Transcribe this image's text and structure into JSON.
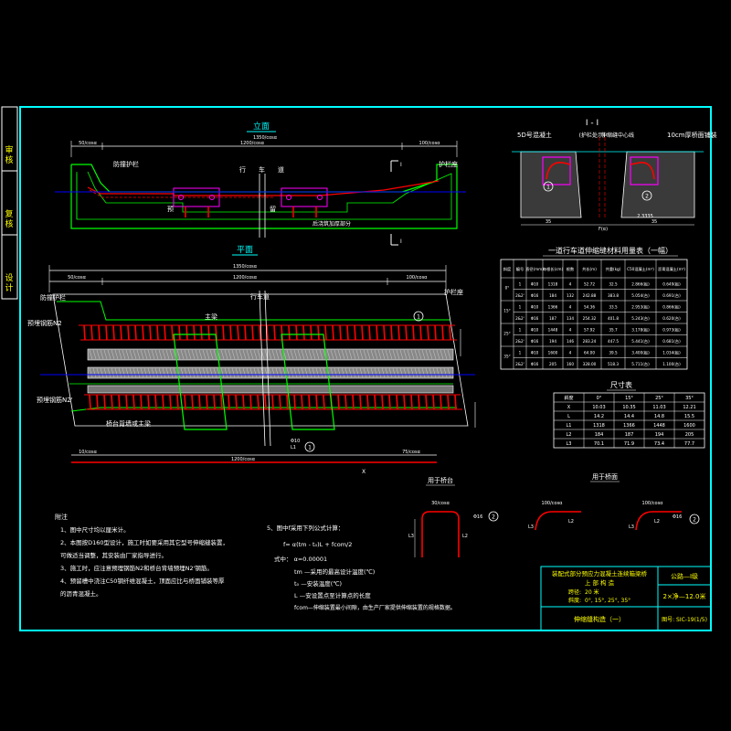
{
  "side_labels": [
    "审核",
    "复核",
    "设计"
  ],
  "elevation": {
    "title": "立面",
    "dims_top": [
      "50/cosα",
      "1200/cosα",
      "100/cosα"
    ],
    "dim_total": "1350/cosα",
    "labels": {
      "left_curb": "防撞护栏",
      "carriageway": "行车道",
      "right_curb": "护栏座",
      "left_word": "预",
      "right_word": "留",
      "pocket": "后浇筑加厚部分"
    },
    "section_mark": "I",
    "plan_label": "平面"
  },
  "plan": {
    "dims_top": [
      "50/cosα",
      "1200/cosα",
      "100/cosα"
    ],
    "dim_total": "1350/cosα",
    "labels": {
      "left_curb": "防撞护栏",
      "carriageway": "行车道",
      "right_curb": "护栏座",
      "main_beam": "主梁",
      "rebar_n2": "预埋钢筋N2",
      "rebar_n2p": "预埋钢筋N2'",
      "bridge_beam": "桥台背墙或主梁"
    },
    "callout": "1",
    "dims_bottom": [
      "10/cosα",
      "1200/cosα",
      "75/cosα"
    ],
    "bottom_mark": "X"
  },
  "section": {
    "title": "I - I",
    "subtitle": "(护栏处示)",
    "labels": {
      "left": "5D号混凝土",
      "center": "伸缩缝中心线",
      "right": "10cm厚桥面铺装"
    },
    "dims": [
      "35",
      "F(α)",
      "35",
      "2.3335"
    ],
    "callouts": [
      "1",
      "2"
    ]
  },
  "material_table": {
    "title": "一道行车道伸缩缝材料用量表（一幅）",
    "headers": [
      "斜度",
      "编号",
      "直径(mm)",
      "每根长(cm)",
      "根数",
      "共长(m)",
      "共重(kg)",
      "C50混凝土(m³)",
      "沥青混凝土(m³)"
    ],
    "rows": [
      [
        "0°",
        "1",
        "Φ10",
        "1318",
        "4",
        "52.72",
        "32.5",
        "2.866(板)",
        "0.649(板)"
      ],
      [
        "",
        "2&2'",
        "Φ16",
        "184",
        "132",
        "242.88",
        "383.8",
        "5.054(台)",
        "0.691(台)"
      ],
      [
        "15°",
        "1",
        "Φ10",
        "1366",
        "4",
        "54.36",
        "33.5",
        "2.953(板)",
        "0.866(板)"
      ],
      [
        "",
        "2&2'",
        "Φ16",
        "187",
        "134",
        "254.32",
        "401.8",
        "5.243(台)",
        "0.620(台)"
      ],
      [
        "25°",
        "1",
        "Φ10",
        "1448",
        "4",
        "57.92",
        "35.7",
        "3.178(板)",
        "0.973(板)"
      ],
      [
        "",
        "2&2'",
        "Φ16",
        "194",
        "146",
        "283.24",
        "447.5",
        "5.441(台)",
        "0.681(台)"
      ],
      [
        "35°",
        "1",
        "Φ10",
        "1600",
        "4",
        "64.00",
        "39.5",
        "3.400(板)",
        "1.034(板)"
      ],
      [
        "",
        "2&2'",
        "Φ16",
        "205",
        "160",
        "328.00",
        "518.3",
        "5.711(台)",
        "1.100(台)"
      ]
    ]
  },
  "dim_table": {
    "title": "尺寸表",
    "headers": [
      "斜度",
      "0°",
      "15°",
      "25°",
      "35°"
    ],
    "rows": [
      [
        "X",
        "10.03",
        "10.35",
        "11.03",
        "12.21"
      ],
      [
        "L",
        "14.2",
        "14.4",
        "14.8",
        "15.5"
      ],
      [
        "L1",
        "1318",
        "1366",
        "1448",
        "1600"
      ],
      [
        "L2",
        "184",
        "187",
        "194",
        "205"
      ],
      [
        "L3",
        "70.1",
        "71.9",
        "73.4",
        "77.7"
      ]
    ]
  },
  "details": {
    "main_bar": {
      "spec": "Φ10",
      "len": "L1",
      "callout": "1"
    },
    "for_pier": {
      "title": "用于桥台",
      "dim": "30/cosα",
      "spec": "Φ16",
      "callout": "2",
      "len1": "L3",
      "len2": "L2"
    },
    "for_deck": {
      "title": "用于桥面",
      "dim1": "100/cosα",
      "dim2": "100/cosα",
      "spec": "Φ16",
      "l1": "L3",
      "l2": "L2",
      "callout": "2"
    }
  },
  "notes": {
    "heading": "附注",
    "items": [
      "1、图中尺寸均以厘米计。",
      "2、本图按D160型设计，施工时如要采用其它型号伸缩缝装置，",
      "   可做适当调整，其安装由厂家指导进行。",
      "3、施工时，应注意预埋钢筋N2和桥台背墙预埋N2'钢筋。",
      "4、预留槽中浇注C50钢纤维混凝土，顶面应比与桥面铺装等厚",
      "   的沥青混凝土。"
    ],
    "formula_title": "5、图中f采用下列公式计算：",
    "formula": "f= α(tm - t₀)L + fcom/2",
    "where": "式中：  α=0.00001",
    "vars": [
      "tm —采用的最高设计温度(℃)",
      "t₀ —安装温度(℃)",
      "L —安设置点至计算点的长度",
      "fcom—伸缩装置最小间隙，由生产厂家提供伸缩装置的规格数据。"
    ]
  },
  "title_block": {
    "project": "装配式部分预应力混凝土连续箱梁桥",
    "part": "上  部  构  造",
    "span_label": "跨径:",
    "span": "20 米",
    "skew_label": "斜度:",
    "skew": "0°, 15°, 25°, 35°",
    "drawing_name": "伸缩缝构造（一）",
    "grade": "公路—Ⅰ级",
    "width": "2×净—12.0米",
    "drawing_no": "图号: SIC-19(1/5)"
  }
}
